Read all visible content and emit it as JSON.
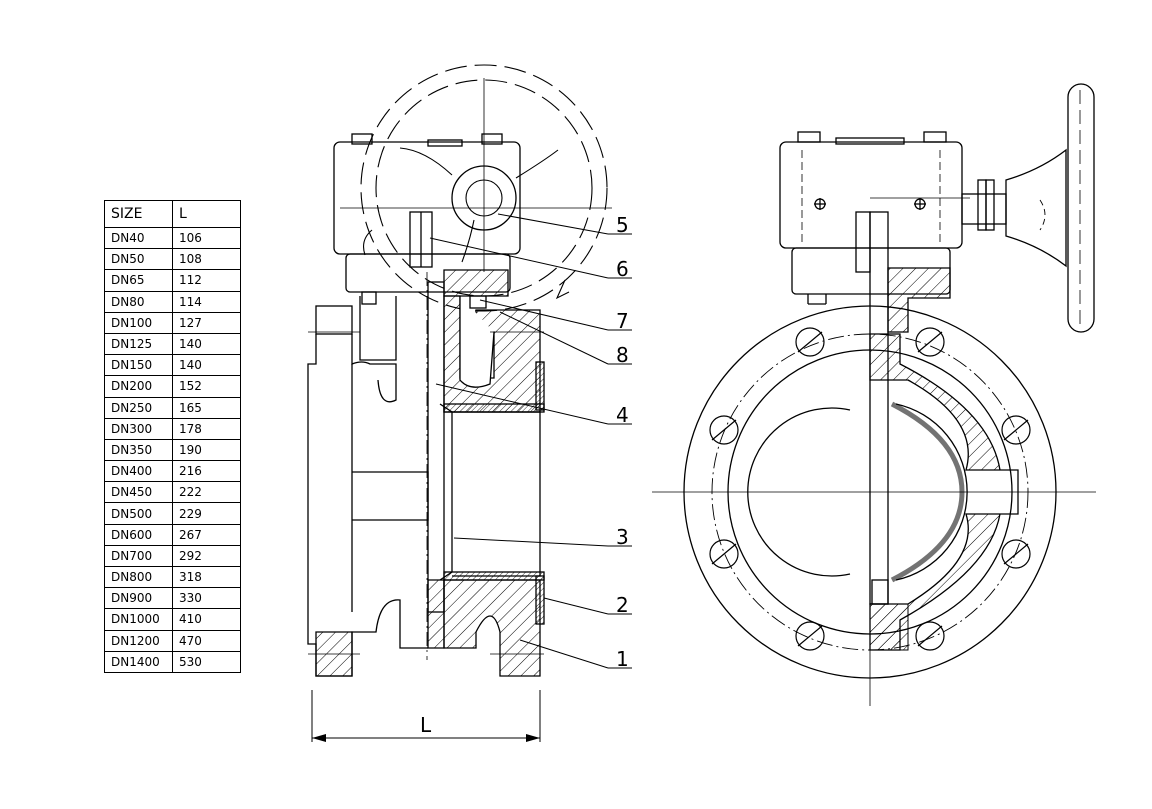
{
  "table": {
    "header_size": "SIZE",
    "header_l": "L",
    "rows": [
      {
        "size": "DN40",
        "l": "106"
      },
      {
        "size": "DN50",
        "l": "108"
      },
      {
        "size": "DN65",
        "l": "112"
      },
      {
        "size": "DN80",
        "l": "114"
      },
      {
        "size": "DN100",
        "l": "127"
      },
      {
        "size": "DN125",
        "l": "140"
      },
      {
        "size": "DN150",
        "l": "140"
      },
      {
        "size": "DN200",
        "l": "152"
      },
      {
        "size": "DN250",
        "l": "165"
      },
      {
        "size": "DN300",
        "l": "178"
      },
      {
        "size": "DN350",
        "l": "190"
      },
      {
        "size": "DN400",
        "l": "216"
      },
      {
        "size": "DN450",
        "l": "222"
      },
      {
        "size": "DN500",
        "l": "229"
      },
      {
        "size": "DN600",
        "l": "267"
      },
      {
        "size": "DN700",
        "l": "292"
      },
      {
        "size": "DN800",
        "l": "318"
      },
      {
        "size": "DN900",
        "l": "330"
      },
      {
        "size": "DN1000",
        "l": "410"
      },
      {
        "size": "DN1200",
        "l": "470"
      },
      {
        "size": "DN1400",
        "l": "530"
      }
    ]
  },
  "callouts": {
    "c1": "1",
    "c2": "2",
    "c3": "3",
    "c4": "4",
    "c5": "5",
    "c6": "6",
    "c7": "7",
    "c8": "8"
  },
  "dimension": {
    "length_label": "L"
  }
}
